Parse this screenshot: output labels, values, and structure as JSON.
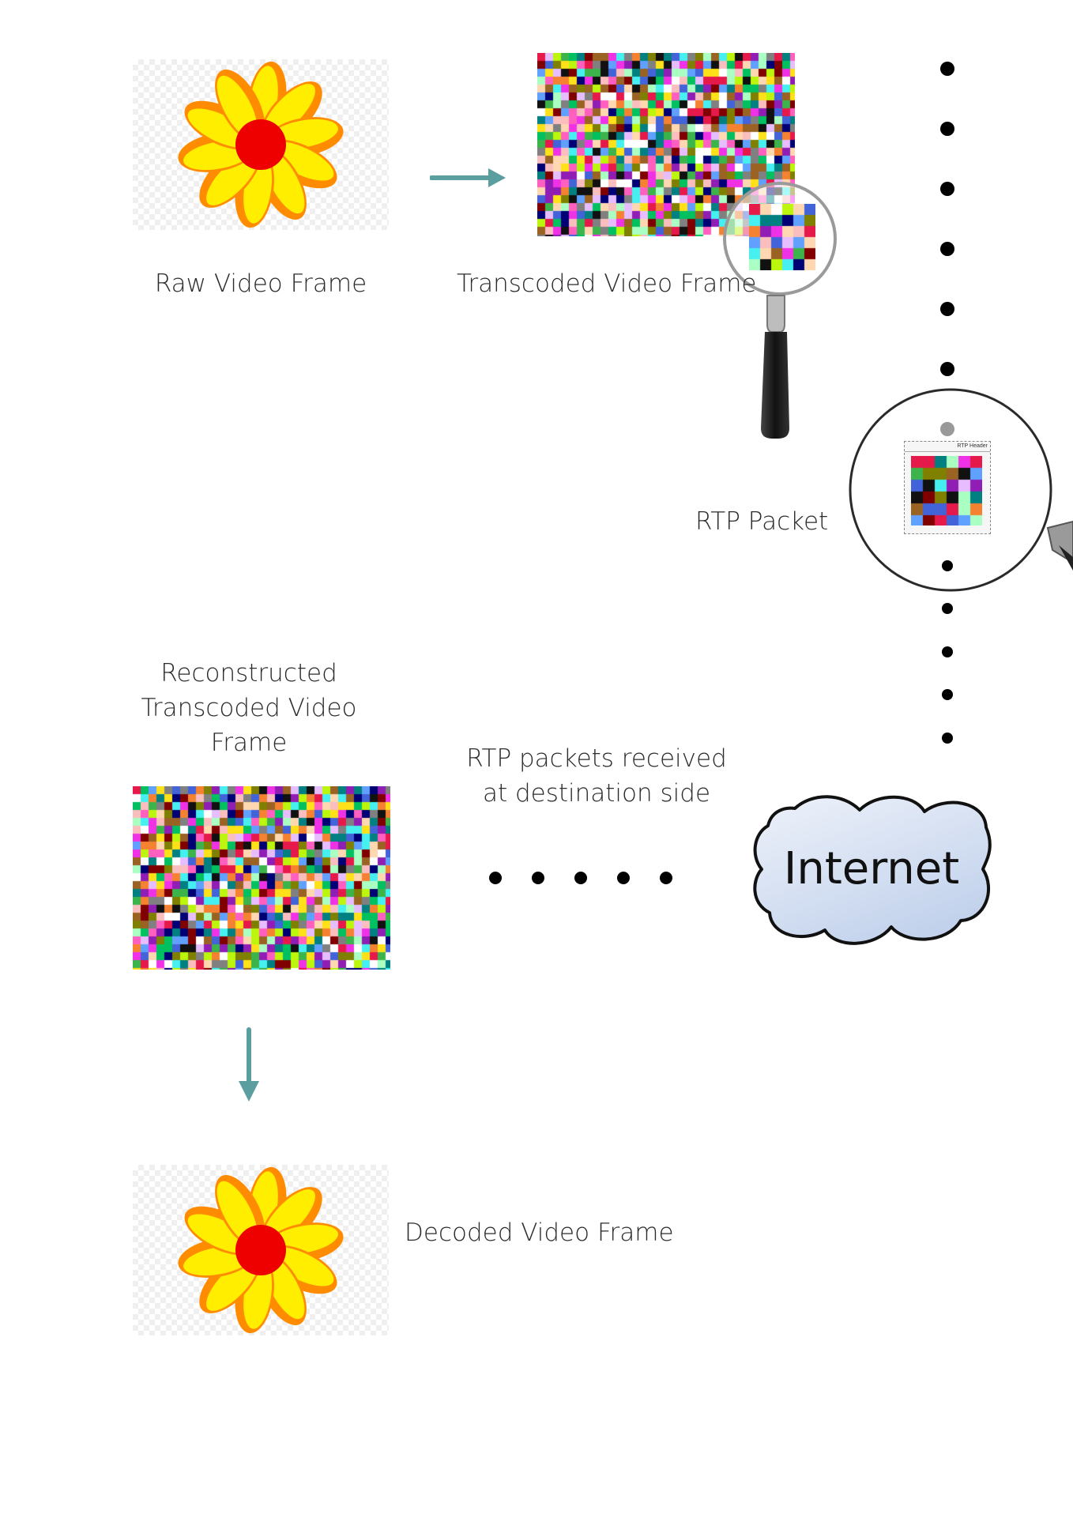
{
  "labels": {
    "raw_frame": "Raw Video Frame",
    "transcoded_frame": "Transcoded  Video Frame",
    "rtp_packet": "RTP Packet",
    "rtp_header": "RTP Header",
    "reconstructed_line1": "Reconstructed",
    "reconstructed_line2": "Transcoded  Video",
    "reconstructed_line3": "Frame",
    "received_line1": "RTP packets received",
    "received_line2": "at destination side",
    "internet": "Internet",
    "decoded_frame": "Decoded Video Frame"
  },
  "icons": [
    "flower-icon",
    "pixel-noise-image",
    "magnifier-icon",
    "arrow-right-icon",
    "arrow-down-icon",
    "cloud-icon"
  ],
  "colors": {
    "arrow": "#5a9ea0",
    "petal": "#ffee00",
    "petal_edge": "#ff8c00",
    "center": "#ee0000",
    "cloud_top": "#eef2fa",
    "cloud_bottom": "#c2d2ec"
  }
}
